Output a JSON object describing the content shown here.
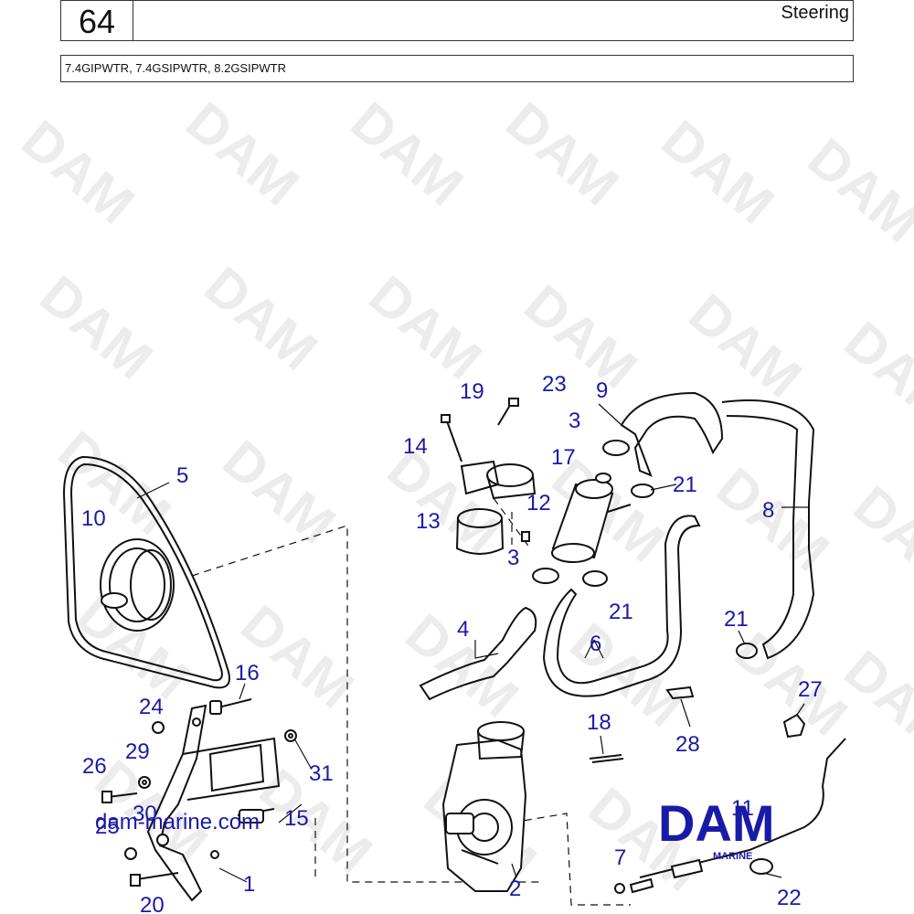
{
  "header": {
    "page_number": "64",
    "title": "Steering",
    "models": "7.4GIPWTR, 7.4GSIPWTR, 8.2GSIPWTR"
  },
  "watermark": {
    "text": "DAM",
    "color": "#ececec"
  },
  "callouts": {
    "c1": "1",
    "c2": "2",
    "c3a": "3",
    "c3b": "3",
    "c4": "4",
    "c5": "5",
    "c6": "6",
    "c7": "7",
    "c8": "8",
    "c9": "9",
    "c10": "10",
    "c11": "11",
    "c12": "12",
    "c13": "13",
    "c14": "14",
    "c15": "15",
    "c16": "16",
    "c17": "17",
    "c18": "18",
    "c19": "19",
    "c20": "20",
    "c21a": "21",
    "c21b": "21",
    "c21c": "21",
    "c22": "22",
    "c23": "23",
    "c24": "24",
    "c25": "25",
    "c26": "26",
    "c27": "27",
    "c28": "28",
    "c29": "29",
    "c30": "30",
    "c31": "31"
  },
  "footer": {
    "site": "dam-marine.com",
    "logo_text": "DAM",
    "logo_sub": "MARINE",
    "logo_color": "#1a1aa8"
  }
}
